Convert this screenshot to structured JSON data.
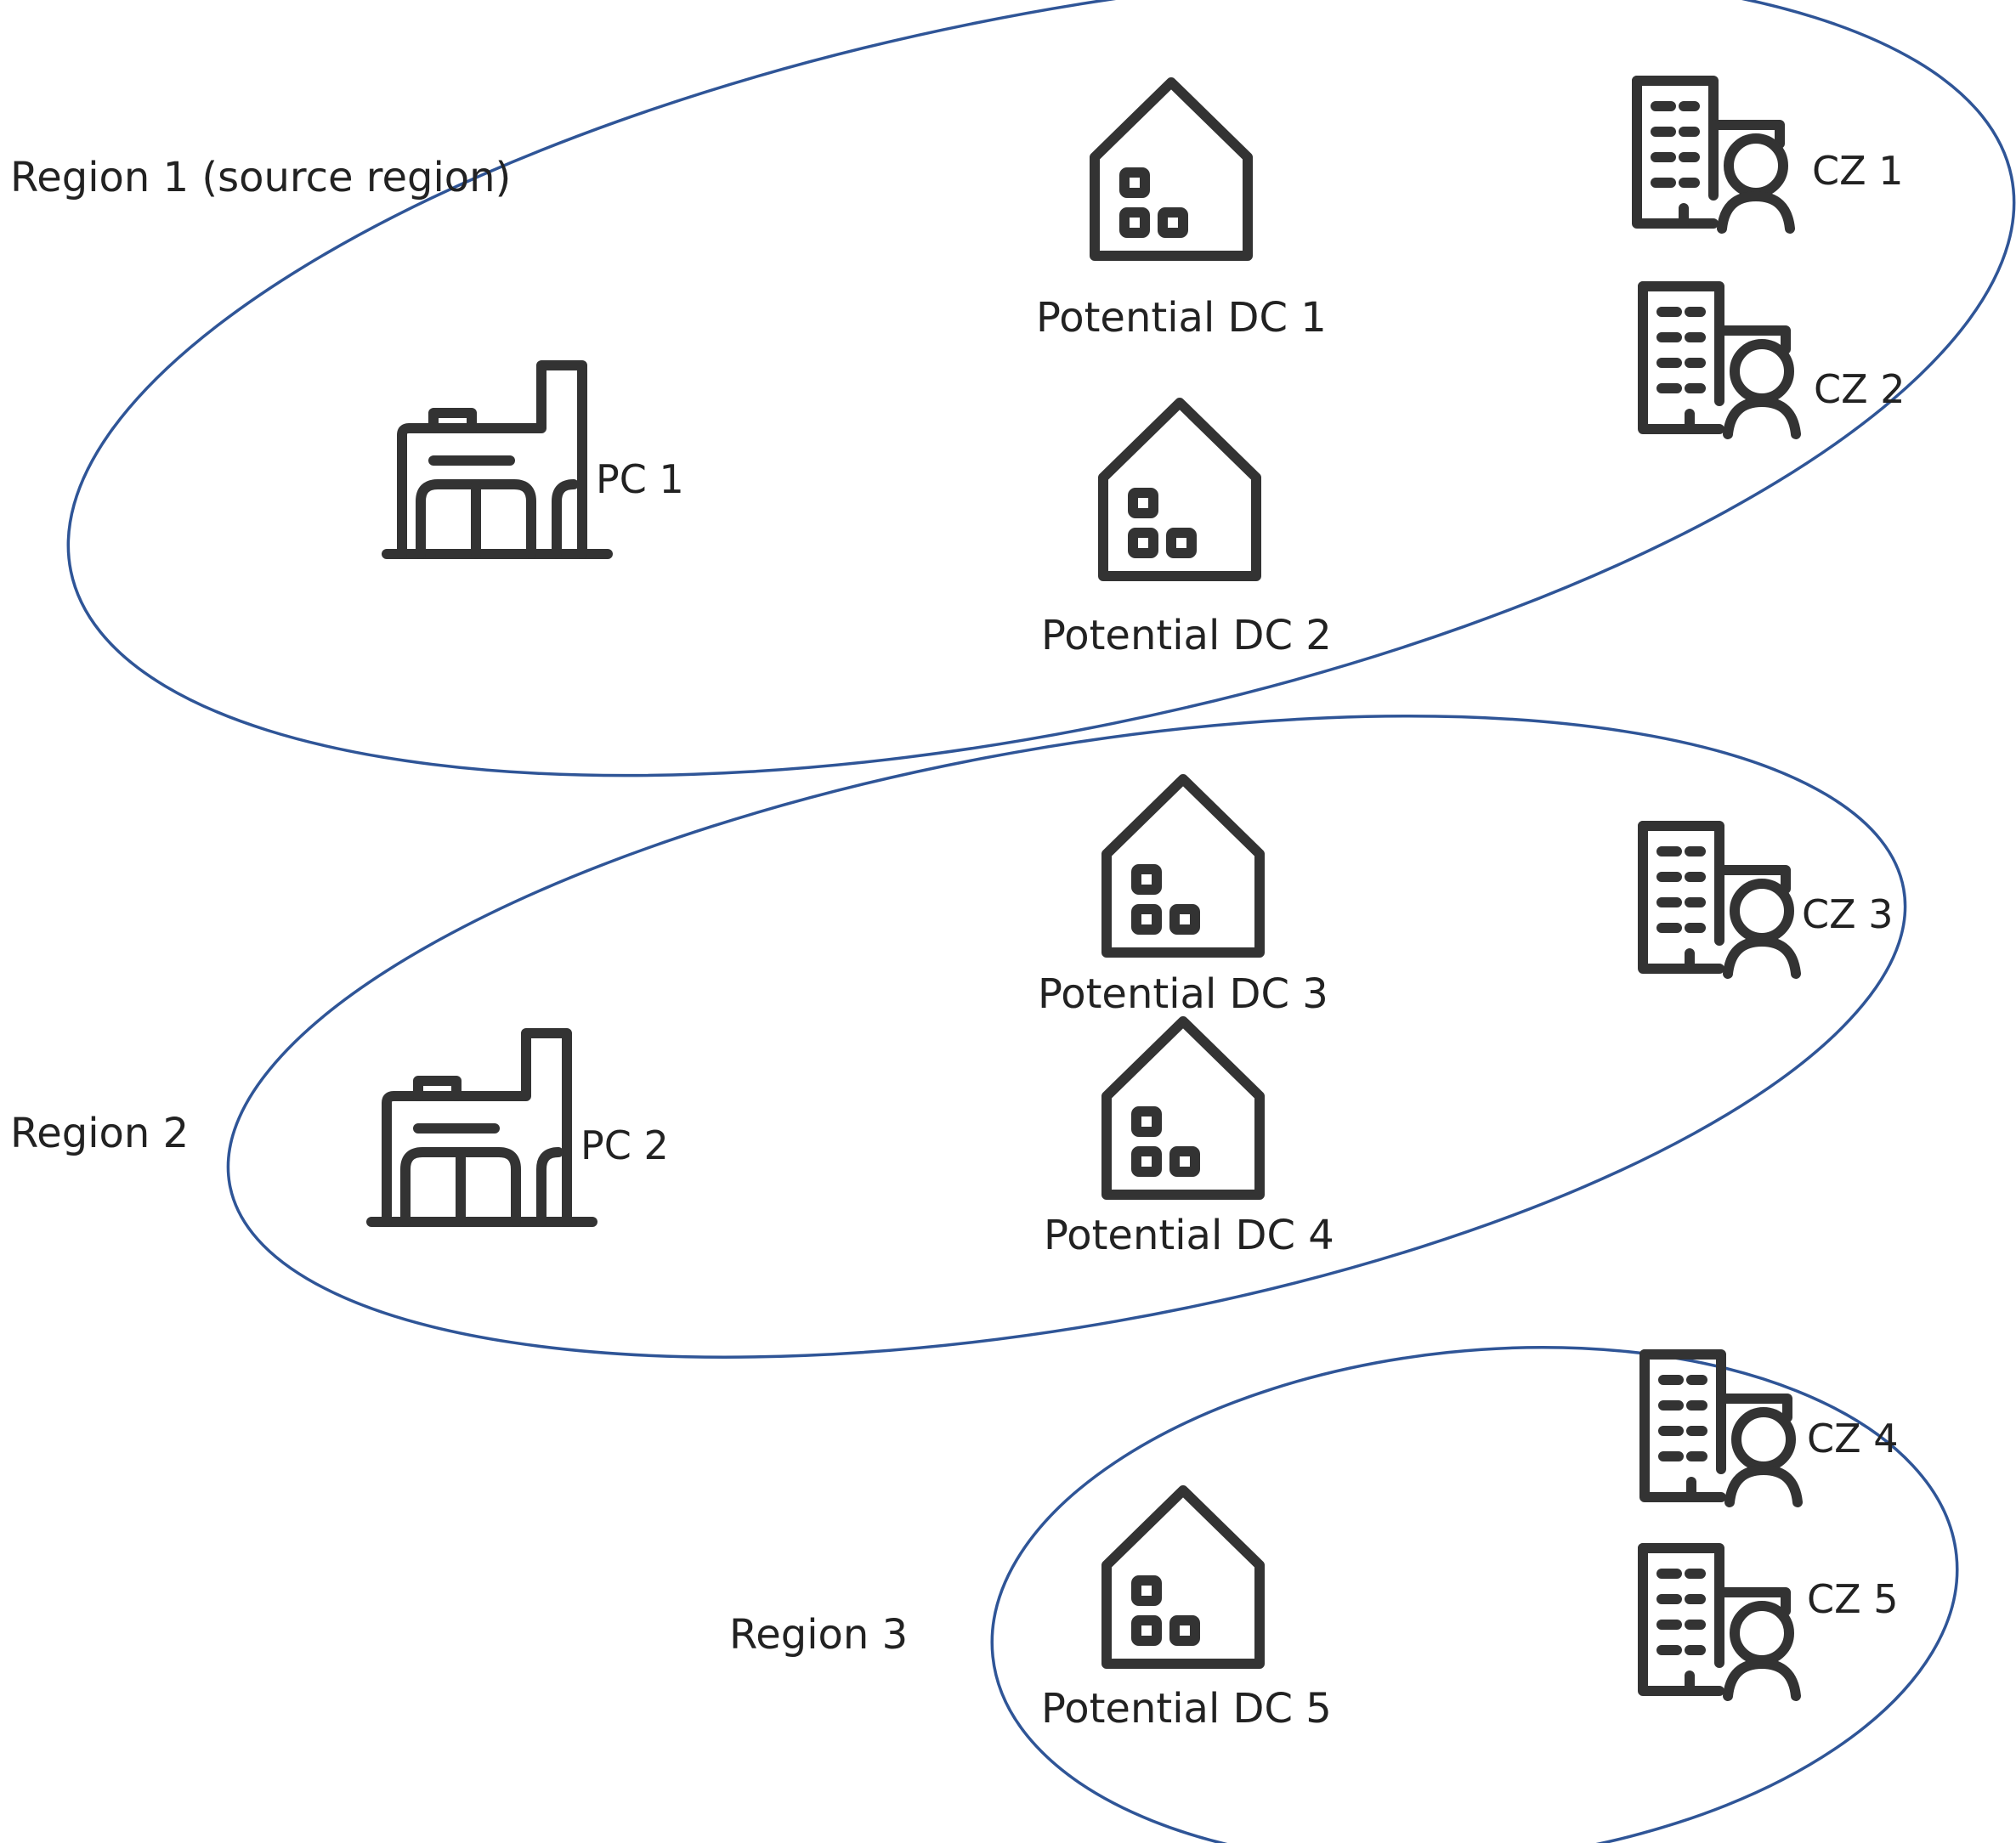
{
  "regions": [
    {
      "label": "Region 1 (source region)"
    },
    {
      "label": "Region 2"
    },
    {
      "label": "Region 3"
    }
  ],
  "plants": [
    {
      "label": "PC 1"
    },
    {
      "label": "PC 2"
    }
  ],
  "warehouses": [
    {
      "label": "Potential DC 1"
    },
    {
      "label": "Potential DC 2"
    },
    {
      "label": "Potential DC 3"
    },
    {
      "label": "Potential DC 4"
    },
    {
      "label": "Potential DC 5"
    }
  ],
  "customer_zones": [
    {
      "label": "CZ 1"
    },
    {
      "label": "CZ 2"
    },
    {
      "label": "CZ 3"
    },
    {
      "label": "CZ 4"
    },
    {
      "label": "CZ 5"
    }
  ],
  "colors": {
    "region_outline": "#2f5597",
    "icon_stroke": "#333333",
    "text": "#222222"
  },
  "icons": {
    "plant": "factory-icon",
    "warehouse": "warehouse-icon",
    "customer_zone": "customer-zone-icon"
  }
}
